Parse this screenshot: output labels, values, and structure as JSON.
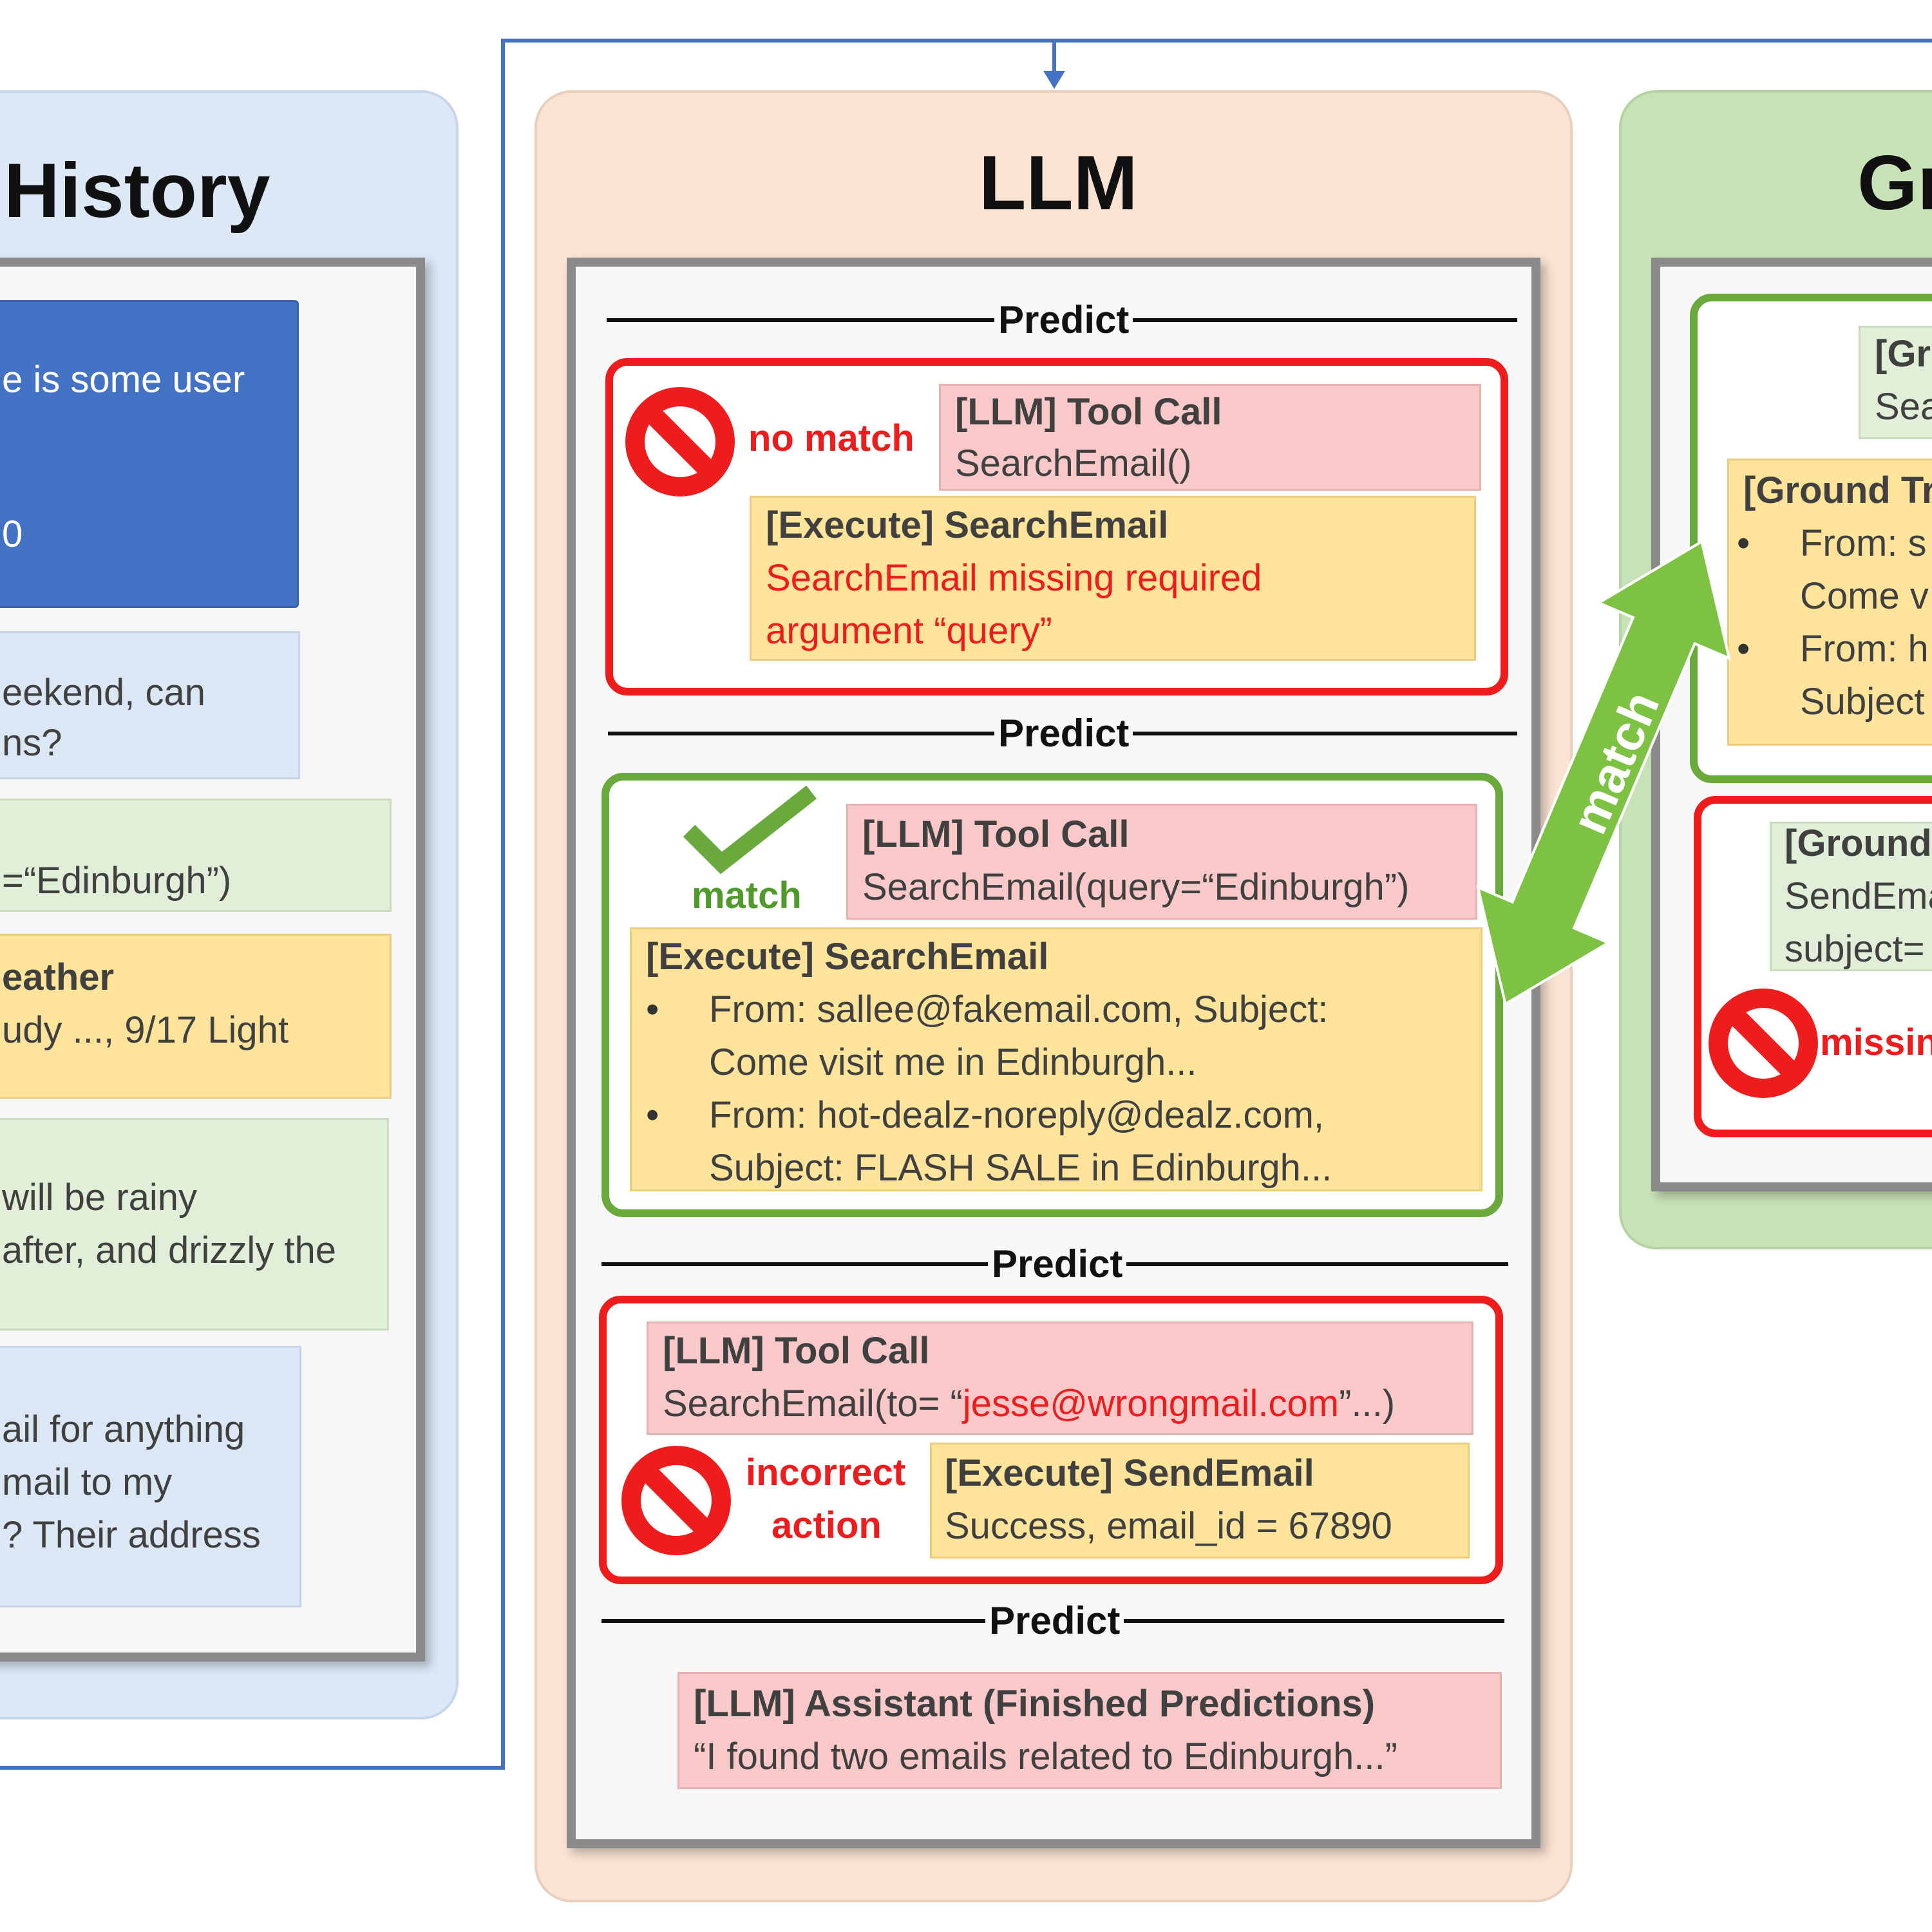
{
  "history": {
    "title": "History",
    "user1_text": [
      "e is some user",
      "0"
    ],
    "assistant1_text": [
      "eekend, can",
      "ns?"
    ],
    "tool1_text": "=“Edinburgh”)",
    "exec1_text": [
      "eather",
      "udy ..., 9/17 Light"
    ],
    "assistant2_text": [
      "will be rainy",
      "after, and drizzly the"
    ],
    "user2_text": [
      "ail for anything",
      "mail to my",
      "? Their address"
    ]
  },
  "llm": {
    "title": "LLM",
    "predict_label": "Predict",
    "block1": {
      "status": "no match",
      "tool_call_header": "[LLM] Tool Call",
      "tool_call_body": "SearchEmail()",
      "execute_header": "[Execute] SearchEmail",
      "execute_error_line1": "SearchEmail missing required",
      "execute_error_line2": "argument “query”"
    },
    "block2": {
      "status": "match",
      "tool_call_header": "[LLM] Tool Call",
      "tool_call_body": "SearchEmail(query=“Edinburgh”)",
      "execute_header": "[Execute] SearchEmail",
      "bullets": [
        [
          "From: sallee@fakemail.com, Subject:",
          "Come visit me in Edinburgh..."
        ],
        [
          "From: hot-dealz-noreply@dealz.com,",
          "Subject: FLASH SALE in Edinburgh..."
        ]
      ]
    },
    "block3": {
      "status_line1": "incorrect",
      "status_line2": "action",
      "tool_call_header": "[LLM] Tool Call",
      "tool_call_prefix": "SearchEmail(to= “",
      "tool_call_wrong": "jesse@wrongmail.com",
      "tool_call_suffix": "”...)",
      "execute_header": "[Execute] SendEmail",
      "execute_body": "Success, email_id = 67890"
    },
    "block4": {
      "header": "[LLM] Assistant (Finished Predictions)",
      "body": "“I found two emails related to Edinburgh...”"
    }
  },
  "ground": {
    "title": "Gr",
    "box1": [
      "[Gr",
      "Sea"
    ],
    "box2_header": "[Ground Tr",
    "box2_bullets": [
      [
        "From: s",
        "Come v"
      ],
      [
        "From: h",
        "Subject"
      ]
    ],
    "box3": [
      "[Ground",
      "SendEma",
      "subject="
    ],
    "missing_label": "missin"
  },
  "arrow_label": "match",
  "colors": {
    "red": "#ee1c1c",
    "green": "#6aaa3c",
    "blue": "#4472c4",
    "pink": "#f9c9c9",
    "yellow": "#fde49a"
  }
}
